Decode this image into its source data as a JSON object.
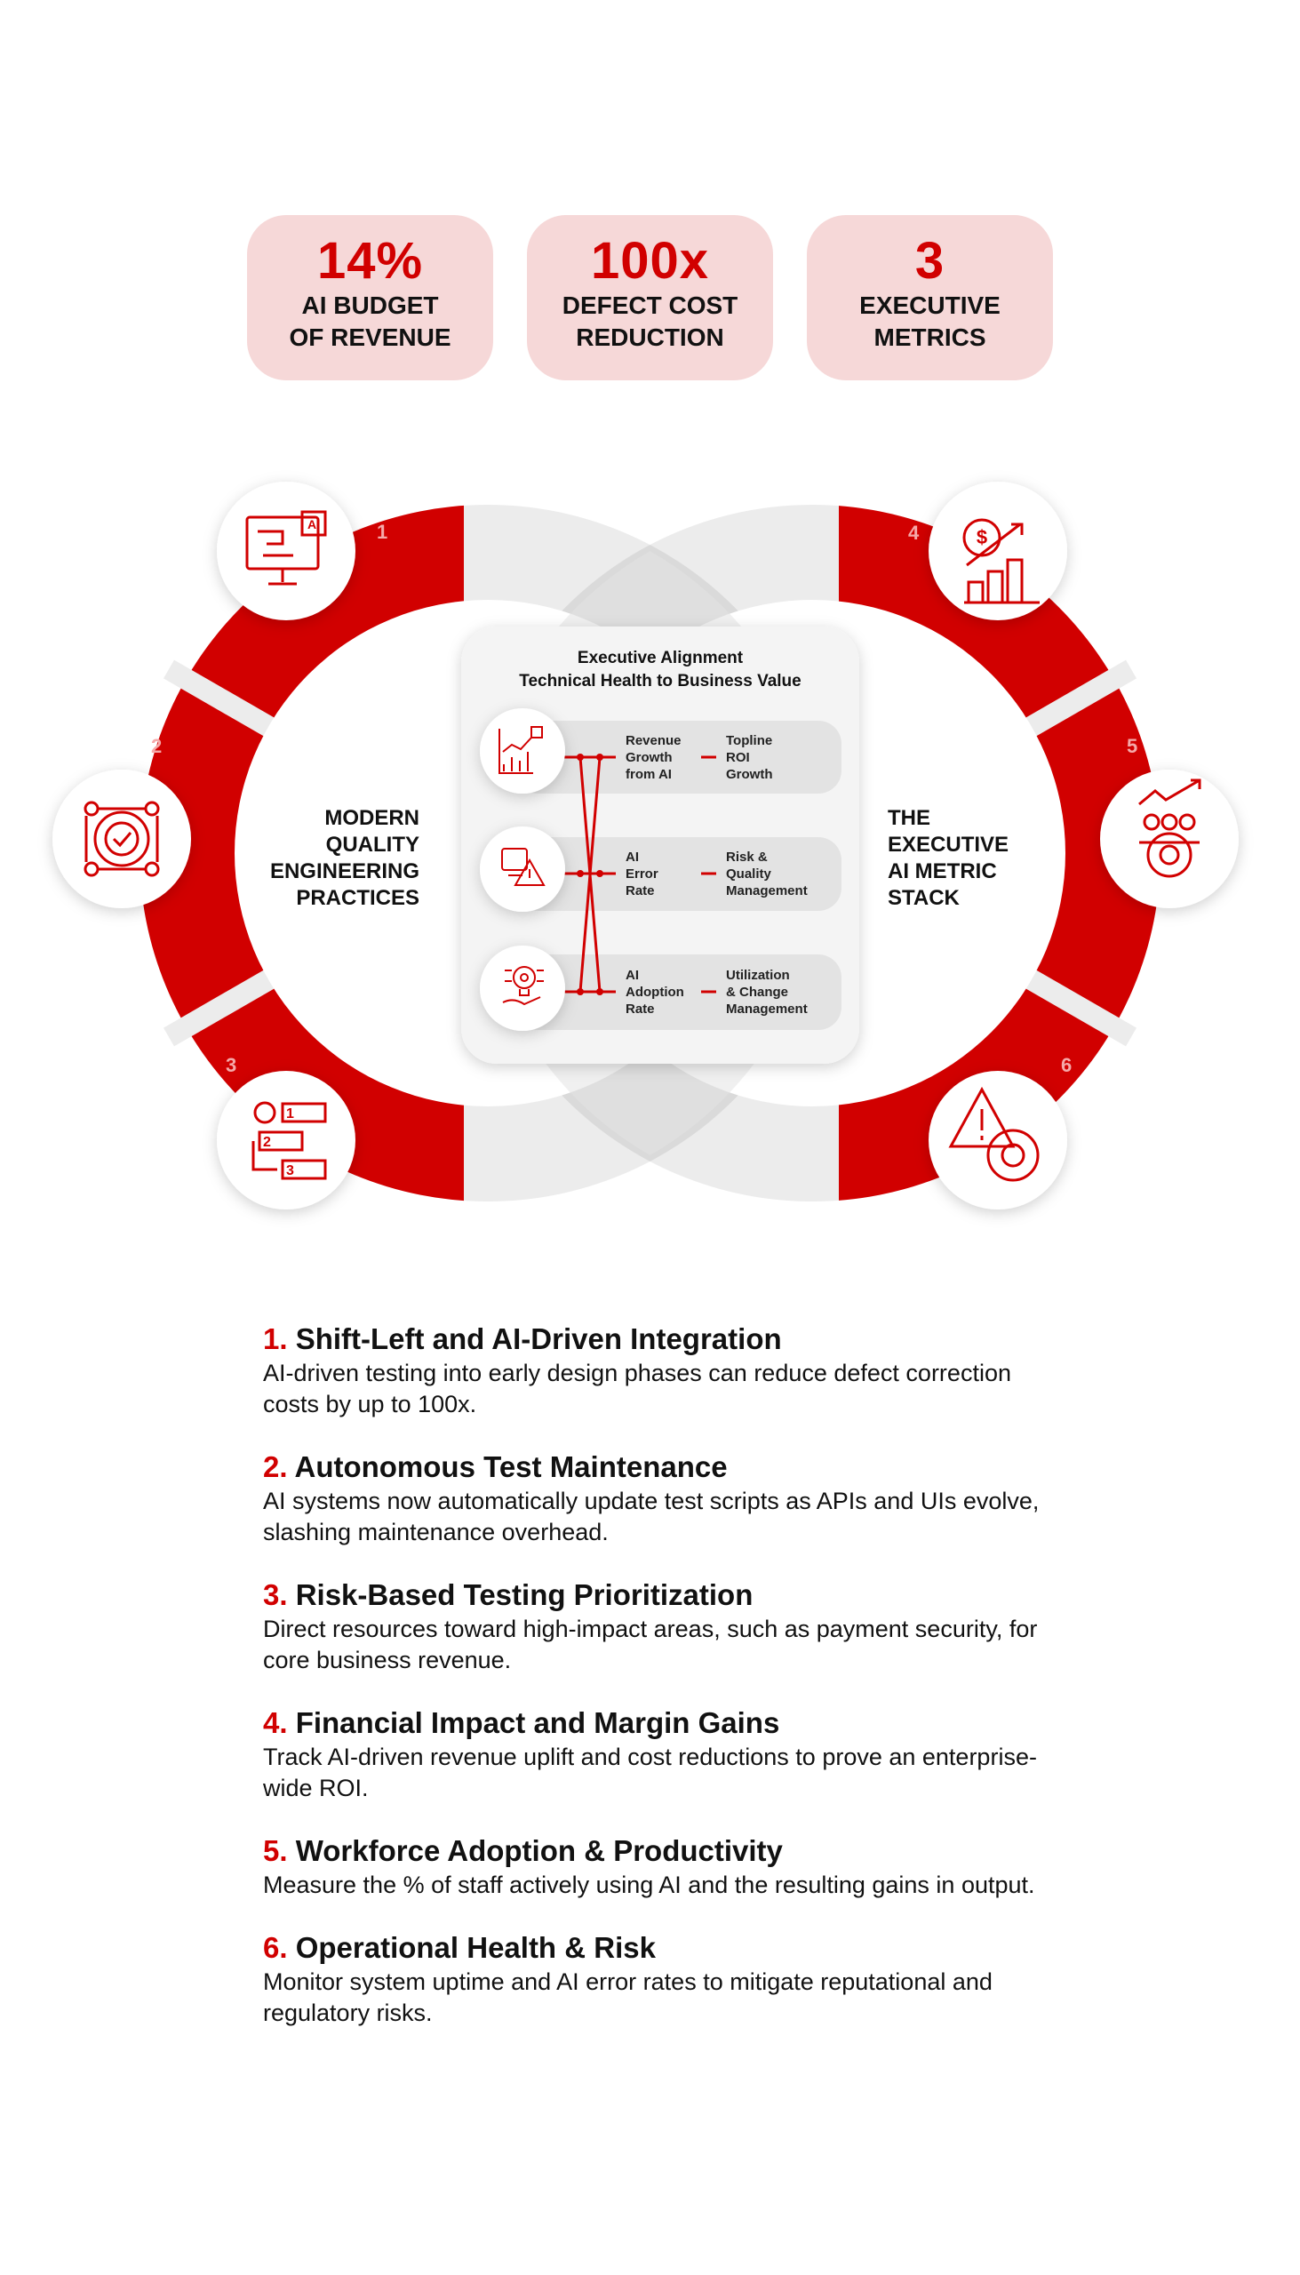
{
  "stats": [
    {
      "value": "14%",
      "label1": "AI BUDGET",
      "label2": "OF REVENUE"
    },
    {
      "value": "100x",
      "label1": "DEFECT COST",
      "label2": "REDUCTION"
    },
    {
      "value": "3",
      "label1": "EXECUTIVE",
      "label2": "METRICS"
    }
  ],
  "left_label": [
    "MODERN",
    "QUALITY",
    "ENGINEERING",
    "PRACTICES"
  ],
  "right_label": [
    "THE",
    "EXECUTIVE",
    "AI METRIC",
    "STACK"
  ],
  "ring_numbers": [
    "1",
    "2",
    "3",
    "4",
    "5",
    "6"
  ],
  "panel": {
    "title1": "Executive Alignment",
    "title2": "Technical Health to Business Value",
    "rows": [
      {
        "metric": [
          "Revenue",
          "Growth",
          "from AI"
        ],
        "outcome": [
          "Topline",
          "ROI",
          "Growth"
        ]
      },
      {
        "metric": [
          "AI",
          "Error",
          "Rate"
        ],
        "outcome": [
          "Risk &",
          "Quality",
          "Management"
        ]
      },
      {
        "metric": [
          "AI",
          "Adoption",
          "Rate"
        ],
        "outcome": [
          "Utilization",
          "& Change",
          "Management"
        ]
      }
    ]
  },
  "items": [
    {
      "num": "1.",
      "title": "Shift-Left and AI-Driven Integration",
      "body": "AI-driven testing into early design phases can reduce defect correction costs by up to 100x."
    },
    {
      "num": "2.",
      "title": "Autonomous Test Maintenance",
      "body": "AI systems now automatically update test scripts as APIs and UIs evolve, slashing maintenance overhead."
    },
    {
      "num": "3.",
      "title": "Risk-Based Testing Prioritization",
      "body": "Direct resources toward high-impact areas, such as payment security, for core business revenue."
    },
    {
      "num": "4.",
      "title": "Financial Impact and Margin Gains",
      "body": "Track AI-driven revenue uplift and cost reductions to prove an enterprise-wide ROI."
    },
    {
      "num": "5.",
      "title": "Workforce Adoption & Productivity",
      "body": "Measure the % of staff actively using AI and the resulting gains in output."
    },
    {
      "num": "6.",
      "title": "Operational Health & Risk",
      "body": "Monitor system uptime and AI error rates to mitigate reputational and regulatory risks."
    }
  ],
  "colors": {
    "accent": "#d10000",
    "pink": "#f6d8d8",
    "gray": "#ececec"
  }
}
